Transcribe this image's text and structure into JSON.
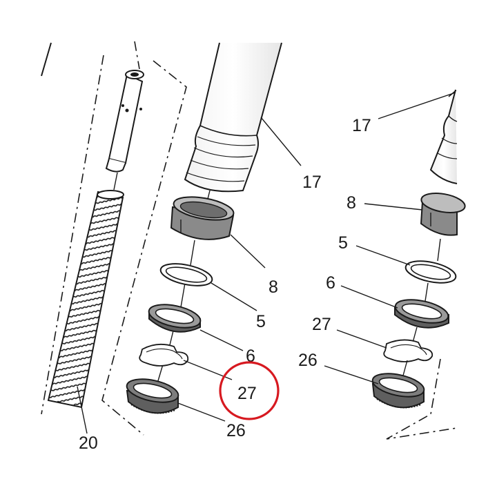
{
  "diagram": {
    "labels": {
      "l17a": "17",
      "l8a": "8",
      "l5a": "5",
      "l6a": "6",
      "l27a": "27",
      "l26a": "26",
      "l20": "20",
      "l17b": "17",
      "l8b": "8",
      "l5b": "5",
      "l6b": "6",
      "l27b": "27",
      "l26b": "26"
    },
    "highlight": {
      "target": "27",
      "color": "#d71920"
    },
    "colors": {
      "line": "#1a1a1a",
      "seal": "#5f5f5f",
      "seal_face": "#9a9a9a",
      "bushing": "#8a8a8a"
    }
  }
}
